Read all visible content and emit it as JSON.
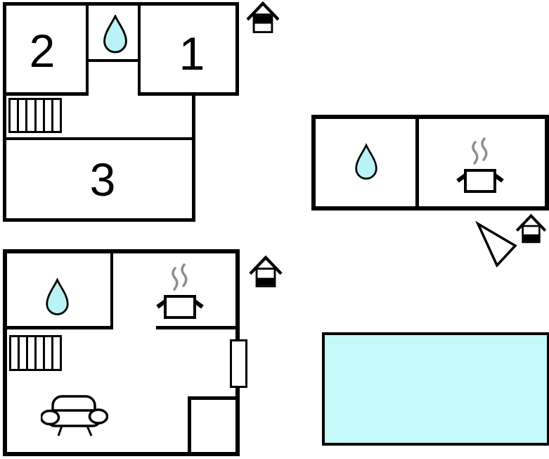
{
  "title": "holiday-house-floor-plan",
  "colors": {
    "wall": "#000000",
    "water": "#b9f3f5",
    "pool": "#c5f9f9",
    "steam": "#8f8f8f",
    "background": "#ffffff"
  },
  "rooms": {
    "room1_label": "1",
    "room2_label": "2",
    "room3_label": "3"
  },
  "plans": {
    "upper": "upper-floor",
    "ground": "ground-floor",
    "annex": "annex"
  },
  "icons": {
    "water_drop": "water-drop-icon",
    "cooking_pot": "cooking-pot-icon",
    "steam": "steam-icon",
    "stairs": "stairs-icon",
    "sofa": "sofa-icon",
    "door": "door-element",
    "house_upper": "house-floor-indicator-upper-icon",
    "house_ground": "house-floor-indicator-ground-icon",
    "arrow": "direction-arrow-icon",
    "pool": "pool"
  }
}
